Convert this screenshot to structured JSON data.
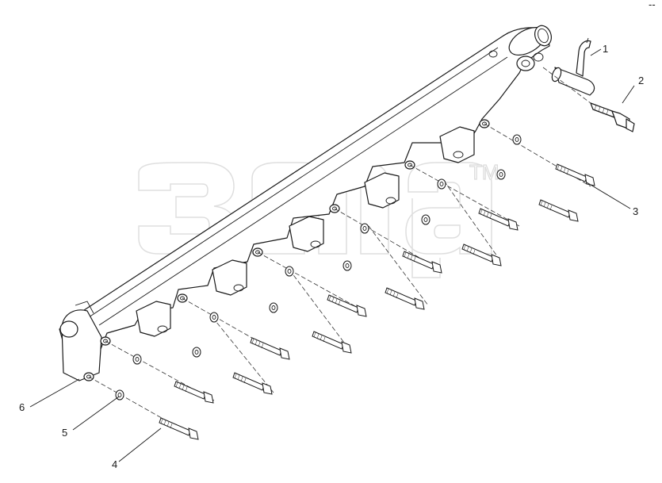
{
  "corner_mark": "--",
  "watermark": {
    "text": "TM"
  },
  "callouts": [
    {
      "id": "1",
      "label": "1"
    },
    {
      "id": "2",
      "label": "2"
    },
    {
      "id": "3",
      "label": "3"
    },
    {
      "id": "4",
      "label": "4"
    },
    {
      "id": "5",
      "label": "5"
    },
    {
      "id": "6",
      "label": "6"
    }
  ]
}
